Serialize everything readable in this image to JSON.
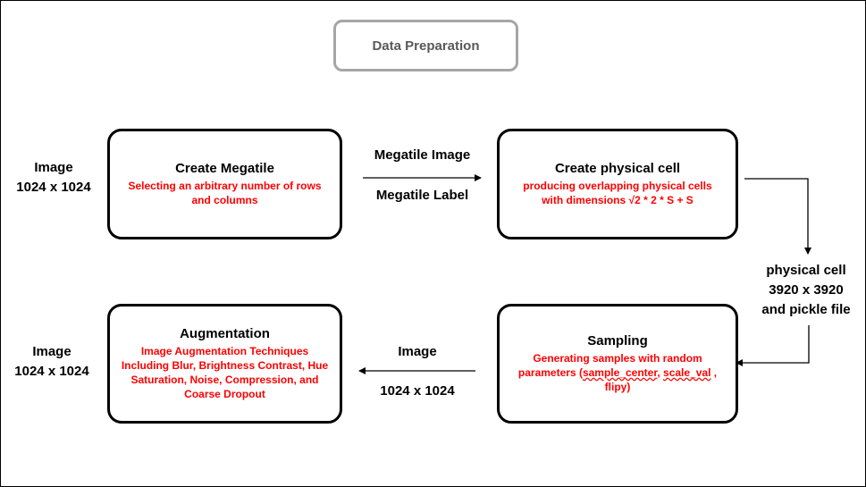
{
  "title": "Data Preparation",
  "boxes": {
    "megatile": {
      "heading": "Create Megatile",
      "description": "Selecting an arbitrary number of rows and columns"
    },
    "physical_cell": {
      "heading": "Create physical cell",
      "description": "producing overlapping physical cells with dimensions √2 * 2 * S + S"
    },
    "sampling": {
      "heading": "Sampling",
      "description_lines": [
        "Generating samples with random",
        "parameters (",
        "sample_center",
        ", ",
        "scale_val",
        " ,",
        "flipy)"
      ]
    },
    "augmentation": {
      "heading": "Augmentation",
      "description": "Image Augmentation Techniques Including Blur, Brightness Contrast, Hue Saturation, Noise, Compression, and Coarse Dropout"
    }
  },
  "labels": {
    "input_image": [
      "Image",
      "1024 x 1024"
    ],
    "megatile_image": "Megatile Image",
    "megatile_label": "Megatile Label",
    "physical_cell_out": [
      "physical cell",
      "3920 x 3920",
      "and pickle file"
    ],
    "sample_image": [
      "Image",
      "1024 x 1024"
    ],
    "output_image": [
      "Image",
      "1024 x 1024"
    ]
  },
  "colors": {
    "accent_text": "#ff0000",
    "title_border": "#a6a6a6",
    "title_text": "#595959"
  }
}
